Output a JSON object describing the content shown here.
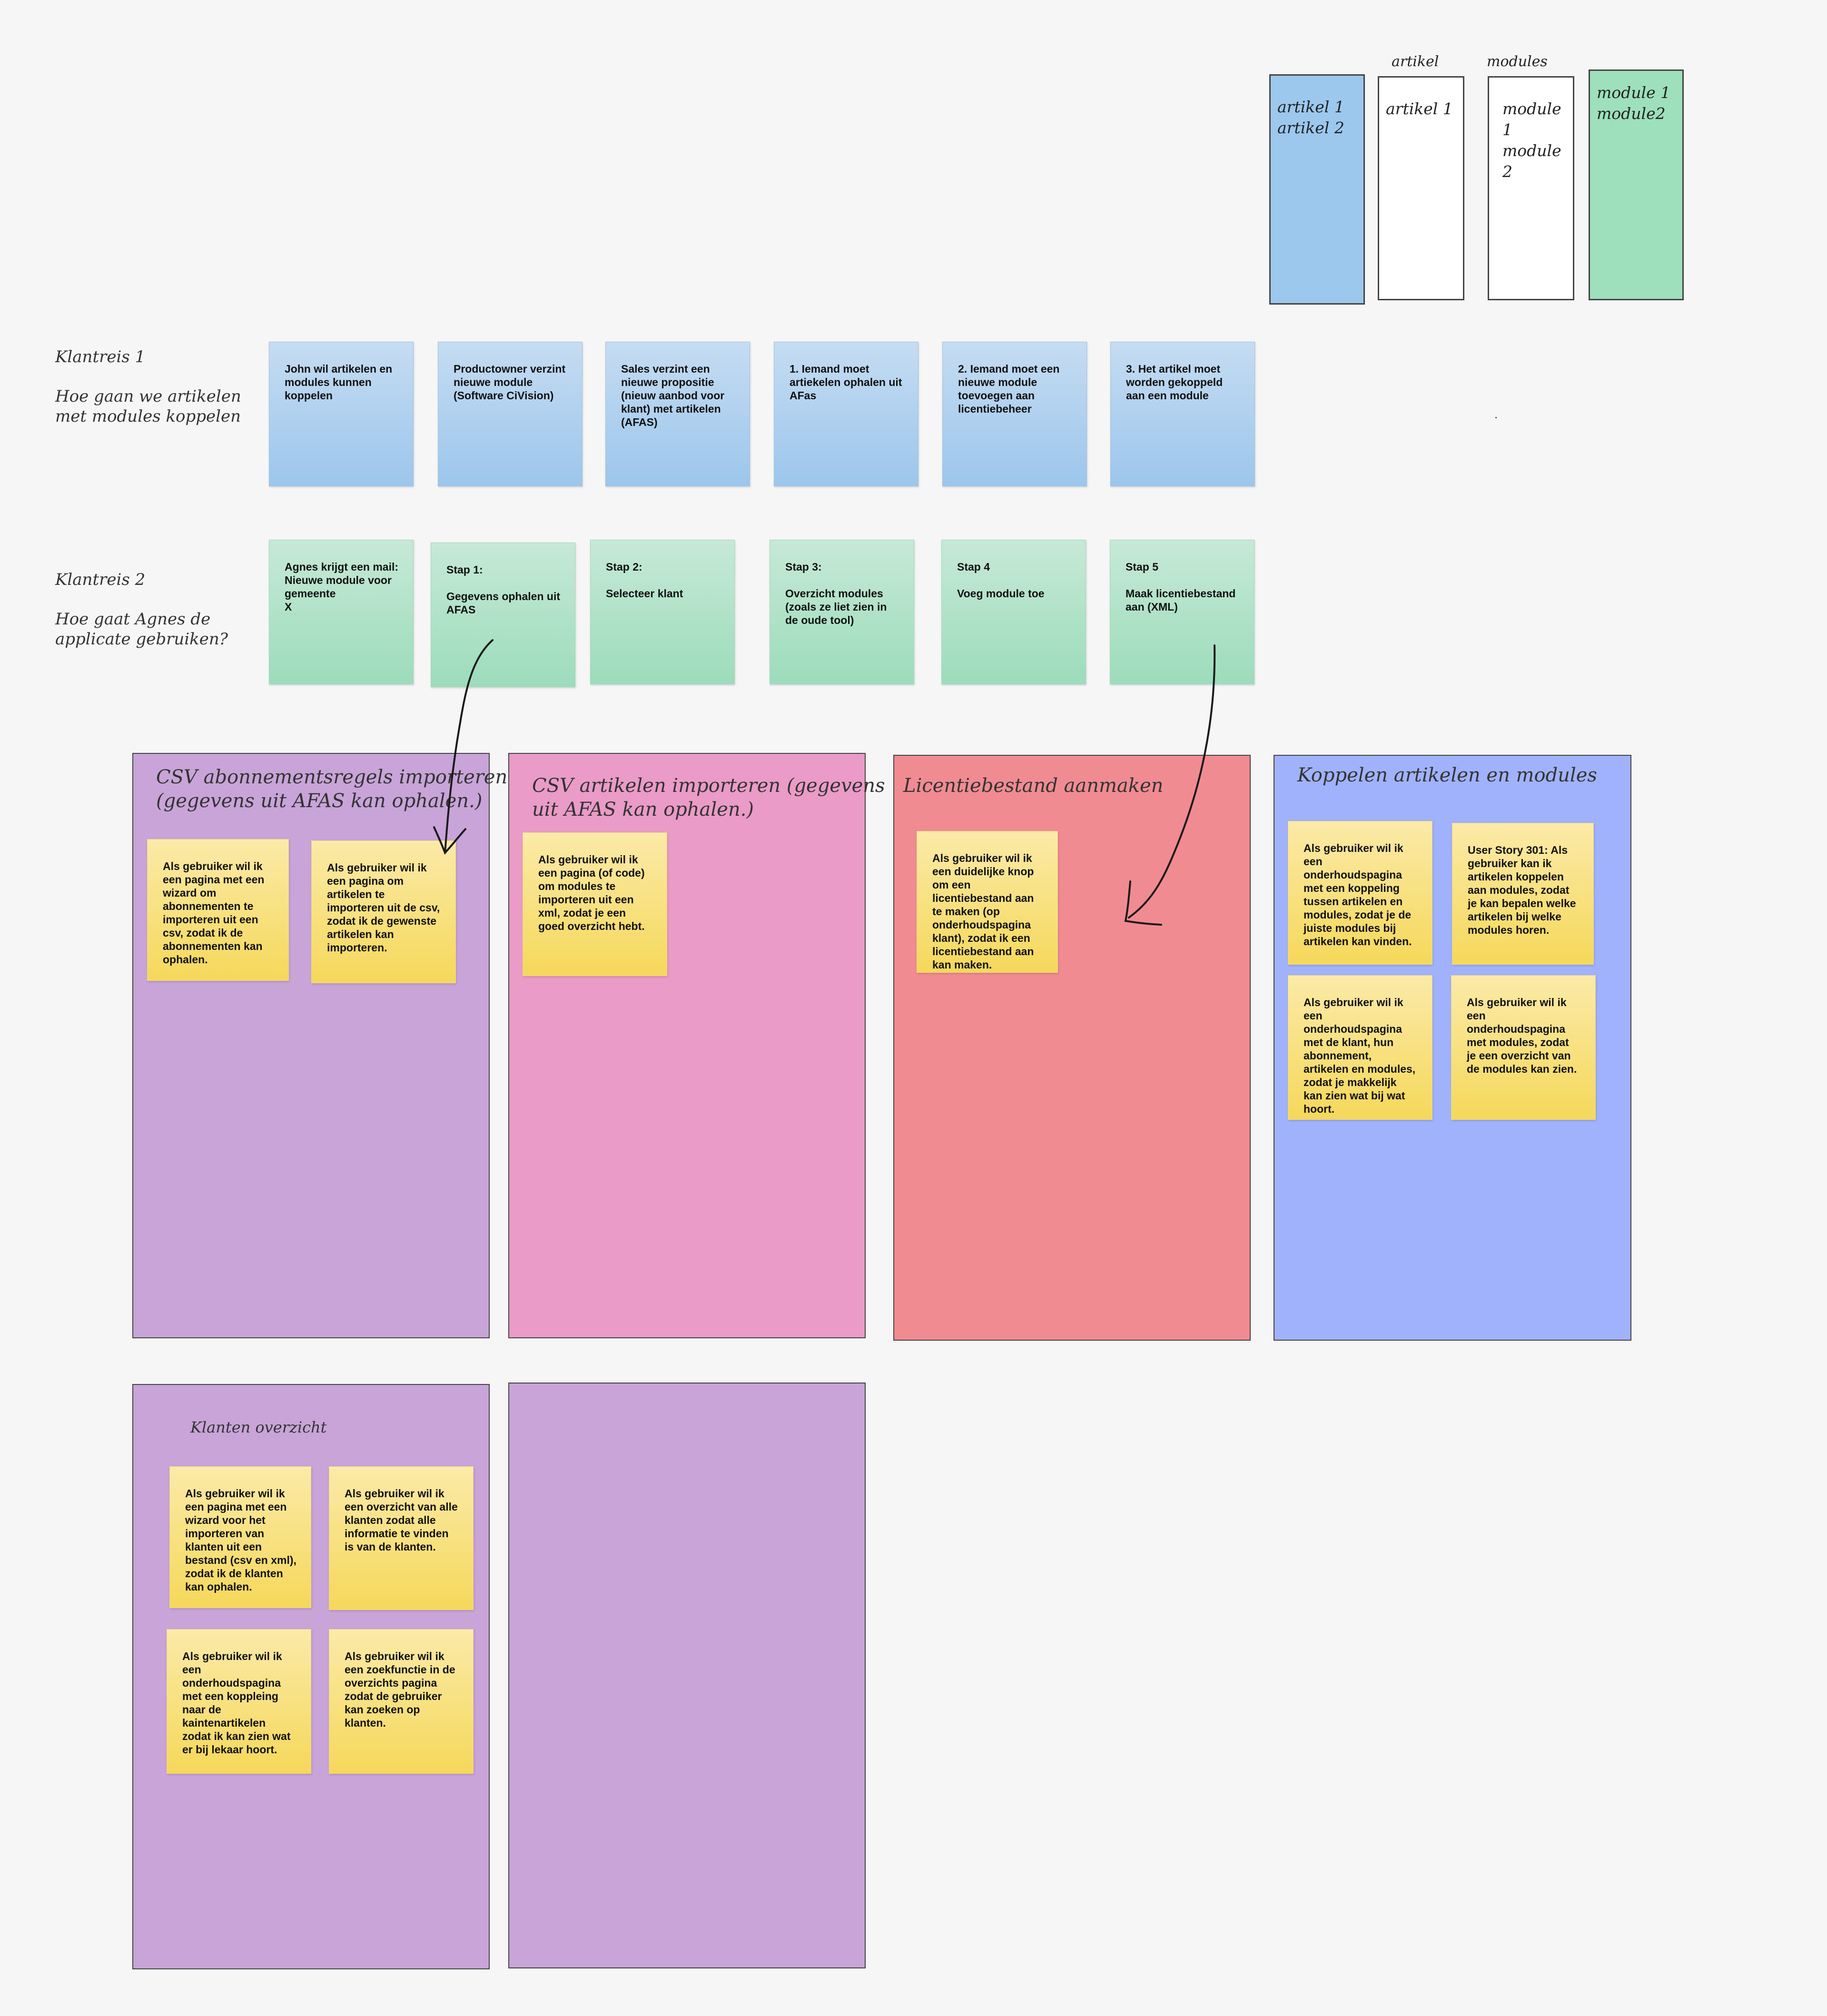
{
  "columns": {
    "header_artikel": "artikel",
    "header_modules": "modules",
    "box1": "artikel 1\nartikel 2",
    "box2": "artikel 1",
    "box3": "module 1\nmodule 2",
    "box4": "module 1\nmodule2",
    "colors": {
      "blue": "#9cc8ee",
      "green": "#9de0bb"
    }
  },
  "journey1": {
    "title": "Klantreis 1",
    "question": "Hoe gaan we artikelen\nmet modules koppelen",
    "cards": [
      "John wil artikelen en modules kunnen koppelen",
      "Productowner verzint nieuwe module\n(Software CiVision)",
      "Sales verzint een nieuwe propositie (nieuw aanbod voor klant) met artikelen (AFAS)",
      "1. Iemand moet artiekelen ophalen uit AFas",
      "2. Iemand moet een nieuwe module toevoegen aan licentiebeheer",
      "3. Het artikel moet worden gekoppeld aan een module"
    ],
    "dot": "."
  },
  "journey2": {
    "title": "Klantreis 2",
    "question": "Hoe gaat Agnes de\napplicate gebruiken?",
    "cards": [
      "Agnes krijgt een mail: Nieuwe module voor gemeente\nX",
      "Stap 1:\n\nGegevens ophalen uit AFAS",
      "Stap 2:\n\nSelecteer klant",
      "Stap 3:\n\nOverzicht modules (zoals ze liet zien in de oude tool)",
      "Stap 4\n\nVoeg module toe",
      "Stap 5\n\nMaak licentiebestand aan (XML)"
    ]
  },
  "frames": {
    "f1": {
      "title": "CSV abonnementsregels importeren\n(gegevens uit AFAS kan ophalen.)",
      "color": "#c8a4d8",
      "notes": [
        "Als gebruiker wil ik een pagina met een wizard om abonnementen te importeren uit een csv, zodat ik de abonnementen kan ophalen.",
        "Als gebruiker wil ik een pagina om artikelen te importeren uit de csv, zodat ik de gewenste artikelen kan importeren."
      ]
    },
    "f2": {
      "title": "CSV artikelen importeren (gegevens\nuit AFAS kan ophalen.)",
      "color": "#ea9bc7",
      "notes": [
        "Als gebruiker wil ik een pagina (of code) om modules te importeren uit een xml, zodat je een goed overzicht hebt."
      ]
    },
    "f3": {
      "title": "Licentiebestand aanmaken",
      "color": "#f08b92",
      "notes": [
        "Als gebruiker wil ik een duidelijke knop om een licentiebestand aan te maken (op onderhoudspagina klant), zodat ik een licentiebestand aan kan maken."
      ]
    },
    "f4": {
      "title": "Koppelen artikelen en modules",
      "color": "#a0b2fb",
      "notes": [
        "Als gebruiker wil ik een onderhoudspagina met een koppeling tussen artikelen en modules, zodat je de juiste modules bij artikelen kan vinden.",
        "User Story 301: Als gebruiker kan ik artikelen koppelen aan modules, zodat je kan bepalen welke artikelen bij welke modules horen.",
        "Als gebruiker wil ik een onderhoudspagina met de klant, hun abonnement, artikelen en modules, zodat je makkelijk kan zien wat bij wat hoort.",
        "Als gebruiker wil ik een onderhoudspagina met modules, zodat je een overzicht van de modules kan zien."
      ]
    },
    "f5": {
      "title": "Klanten overzicht",
      "color": "#c8a4d8",
      "notes": [
        "Als gebruiker wil ik een pagina met een wizard voor het importeren van klanten uit een bestand (csv en xml), zodat ik de klanten kan ophalen.",
        "Als gebruiker wil ik een overzicht van alle klanten zodat alle informatie te vinden is van de klanten.",
        "Als gebruiker wil ik een onderhoudspagina met een koppleing naar de kaintenartikelen zodat ik kan zien wat er bij lekaar hoort.",
        "Als gebruiker wil ik een zoekfunctie in de overzichts pagina zodat de gebruiker kan zoeken op klanten."
      ]
    },
    "f6": {
      "color": "#c8a4d8"
    }
  }
}
